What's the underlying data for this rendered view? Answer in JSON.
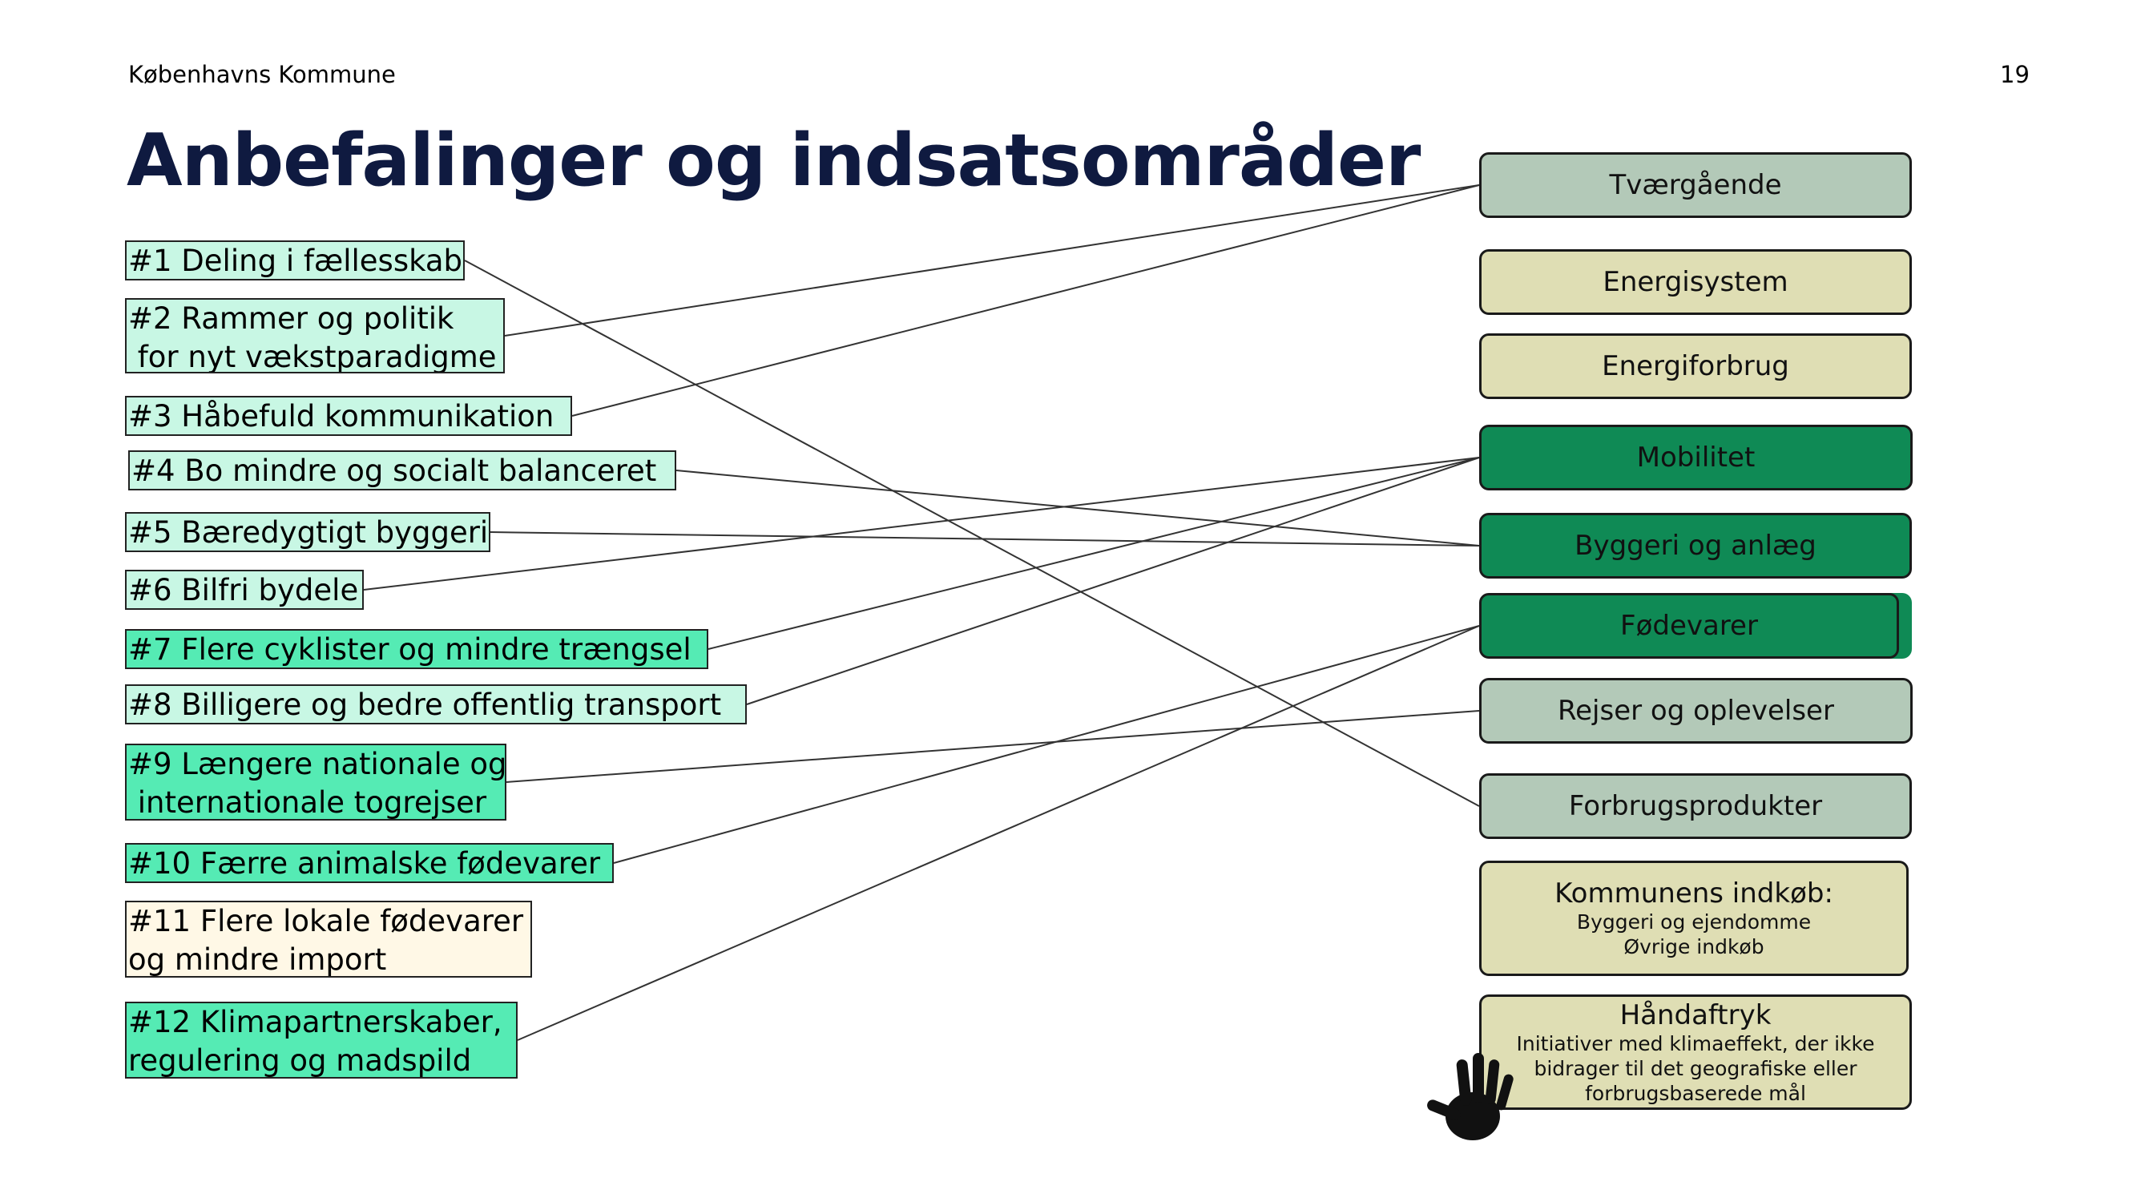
{
  "header": {
    "org": "Københavns Kommune",
    "page": "19"
  },
  "title": "Anbefalinger og indsatsområder",
  "colors": {
    "rec_light": "#c8f7e4",
    "rec_strong": "#55ebb4",
    "rec_cream": "#fff8e6",
    "cat_sage": "#b3c9b8",
    "cat_khaki": "#dfdeb4",
    "cat_green": "#0f8a55",
    "title": "#0f1a40"
  },
  "recommendations": [
    {
      "id": 1,
      "lines": [
        "#1 Deling i fællesskab"
      ],
      "color": "light"
    },
    {
      "id": 2,
      "lines": [
        "#2 Rammer og politik",
        " for nyt vækstparadigme"
      ],
      "color": "light"
    },
    {
      "id": 3,
      "lines": [
        "#3 Håbefuld kommunikation"
      ],
      "color": "light"
    },
    {
      "id": 4,
      "lines": [
        "#4 Bo mindre og socialt balanceret"
      ],
      "color": "light"
    },
    {
      "id": 5,
      "lines": [
        "#5 Bæredygtigt byggeri"
      ],
      "color": "light"
    },
    {
      "id": 6,
      "lines": [
        "#6 Bilfri bydele"
      ],
      "color": "light"
    },
    {
      "id": 7,
      "lines": [
        "#7 Flere cyklister og mindre trængsel"
      ],
      "color": "strong"
    },
    {
      "id": 8,
      "lines": [
        "#8 Billigere og bedre offentlig transport"
      ],
      "color": "light"
    },
    {
      "id": 9,
      "lines": [
        "#9 Længere nationale og",
        " internationale togrejser"
      ],
      "color": "strong"
    },
    {
      "id": 10,
      "lines": [
        "#10 Færre animalske fødevarer"
      ],
      "color": "strong"
    },
    {
      "id": 11,
      "lines": [
        "#11 Flere lokale fødevarer",
        "og mindre import"
      ],
      "color": "cream"
    },
    {
      "id": 12,
      "lines": [
        "#12 Klimapartnerskaber,",
        "regulering og madspild"
      ],
      "color": "strong"
    }
  ],
  "categories": [
    {
      "key": "tvaergaaende",
      "label": "Tværgående",
      "color": "sage"
    },
    {
      "key": "energisystem",
      "label": "Energisystem",
      "color": "khaki"
    },
    {
      "key": "energiforbrug",
      "label": "Energiforbrug",
      "color": "khaki"
    },
    {
      "key": "mobilitet",
      "label": "Mobilitet",
      "color": "green"
    },
    {
      "key": "byggeri",
      "label": "Byggeri og anlæg",
      "color": "green"
    },
    {
      "key": "foedevarer",
      "label": "Fødevarer",
      "color": "green"
    },
    {
      "key": "rejser",
      "label": "Rejser og oplevelser",
      "color": "sage"
    },
    {
      "key": "forbrugsprodukter",
      "label": "Forbrugsprodukter",
      "color": "sage"
    },
    {
      "key": "indkoeb",
      "label": "Kommunens indkøb:",
      "sublines": [
        "Byggeri og ejendomme",
        "Øvrige indkøb"
      ],
      "color": "khaki"
    },
    {
      "key": "haandaftryk",
      "label": "Håndaftryk",
      "sublines": [
        "Initiativer med klimaeffekt, der ikke",
        "bidrager til det geografiske eller",
        "forbrugsbaserede mål"
      ],
      "color": "khaki"
    }
  ],
  "links": [
    {
      "rec": 1,
      "cat": "forbrugsprodukter"
    },
    {
      "rec": 2,
      "cat": "tvaergaaende"
    },
    {
      "rec": 3,
      "cat": "tvaergaaende"
    },
    {
      "rec": 4,
      "cat": "byggeri"
    },
    {
      "rec": 5,
      "cat": "byggeri"
    },
    {
      "rec": 6,
      "cat": "mobilitet"
    },
    {
      "rec": 7,
      "cat": "mobilitet"
    },
    {
      "rec": 8,
      "cat": "mobilitet"
    },
    {
      "rec": 9,
      "cat": "rejser"
    },
    {
      "rec": 10,
      "cat": "foedevarer"
    },
    {
      "rec": 12,
      "cat": "foedevarer"
    }
  ],
  "hand_icon": "hand-print-icon"
}
